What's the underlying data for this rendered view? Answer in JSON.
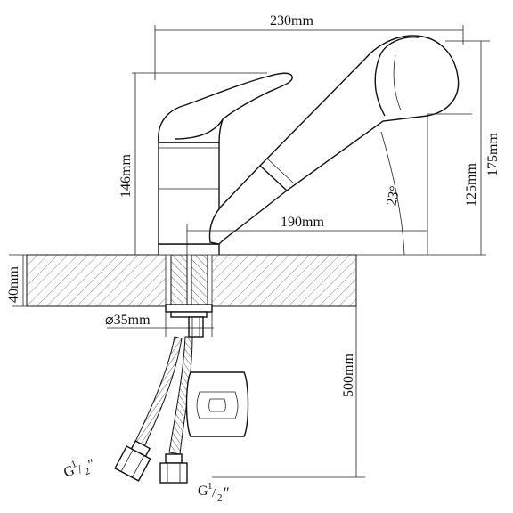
{
  "dimensions": {
    "total_width": "230mm",
    "spout_reach": "190mm",
    "body_height": "146mm",
    "total_height": "175mm",
    "spout_height": "125mm",
    "spout_angle": "23°",
    "countertop_thickness": "40mm",
    "mount_diameter": "⌀35mm",
    "hose_length": "500mm",
    "thread_left": "G",
    "thread_right": "G",
    "thread_fraction_num": "1",
    "thread_fraction_den": "2",
    "thread_inch_mark": "″"
  },
  "colors": {
    "line": "#111111",
    "hatch": "#555555",
    "background": "#ffffff"
  }
}
